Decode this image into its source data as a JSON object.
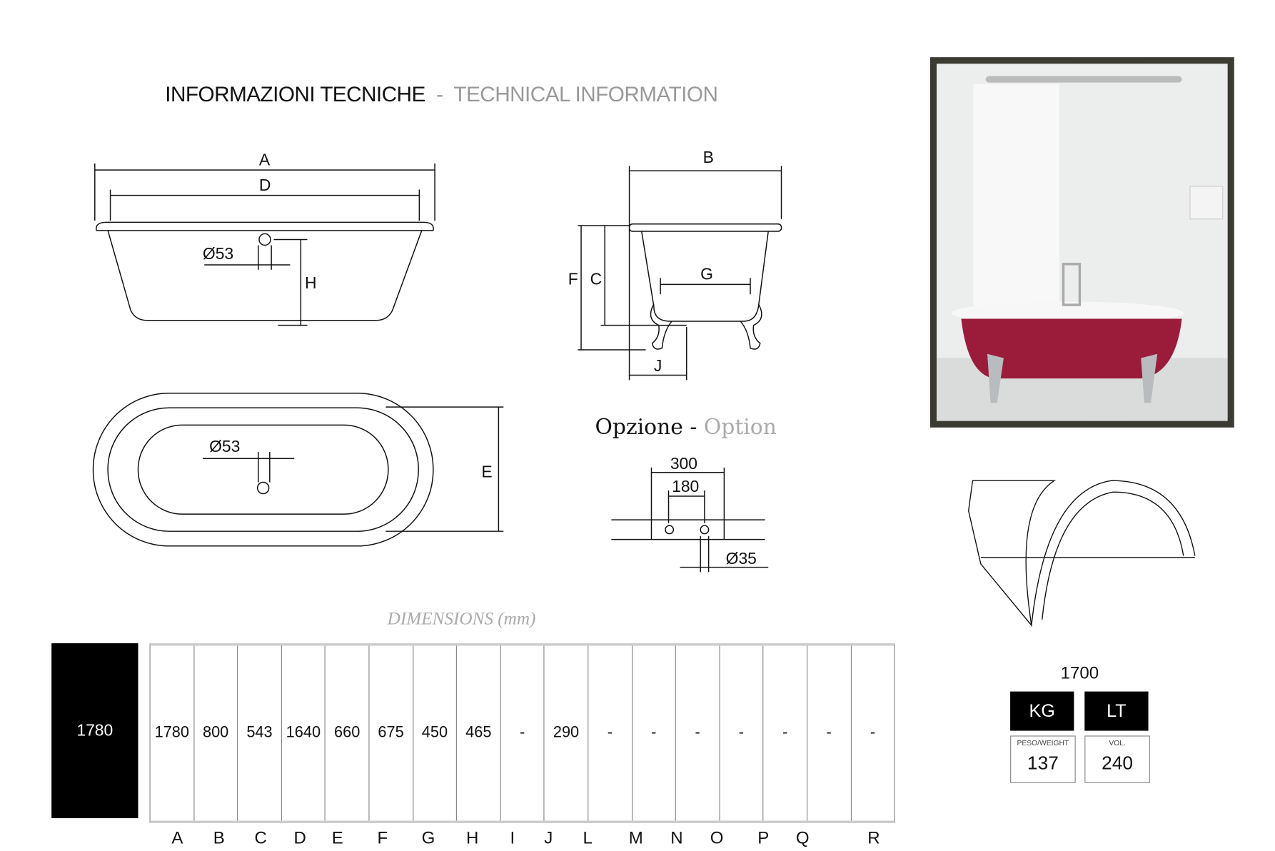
{
  "header": {
    "title_it": "INFORMAZIONI TECNICHE",
    "separator": "-",
    "title_en": "TECHNICAL INFORMATION"
  },
  "drawings": {
    "side_view": {
      "labels": [
        "A",
        "D",
        "Ø53",
        "H"
      ]
    },
    "end_view": {
      "labels": [
        "B",
        "F",
        "C",
        "G",
        "J"
      ]
    },
    "top_view": {
      "labels": [
        "Ø53",
        "E"
      ]
    },
    "option": {
      "title_it": "Opzione",
      "separator": "-",
      "title_en": "Option",
      "labels": [
        "300",
        "180",
        "Ø35"
      ]
    }
  },
  "dimensions": {
    "title": "DIMENSIONS (mm)",
    "model": "1780",
    "columns": [
      "A",
      "B",
      "C",
      "D",
      "E",
      "F",
      "G",
      "H",
      "I",
      "J",
      "L",
      "M",
      "N",
      "O",
      "P",
      "Q",
      "R"
    ],
    "values": [
      "1780",
      "800",
      "543",
      "1640",
      "660",
      "675",
      "450",
      "465",
      "-",
      "290",
      "-",
      "-",
      "-",
      "-",
      "-",
      "-",
      "-"
    ]
  },
  "specs": {
    "model": "1700",
    "weight": {
      "unit": "KG",
      "label": "PESO/WEIGHT",
      "value": "137"
    },
    "volume": {
      "unit": "LT",
      "label": "VOL.",
      "value": "240"
    }
  },
  "colors": {
    "tub": "#9b1b3a",
    "frame": "#3b3a33"
  }
}
